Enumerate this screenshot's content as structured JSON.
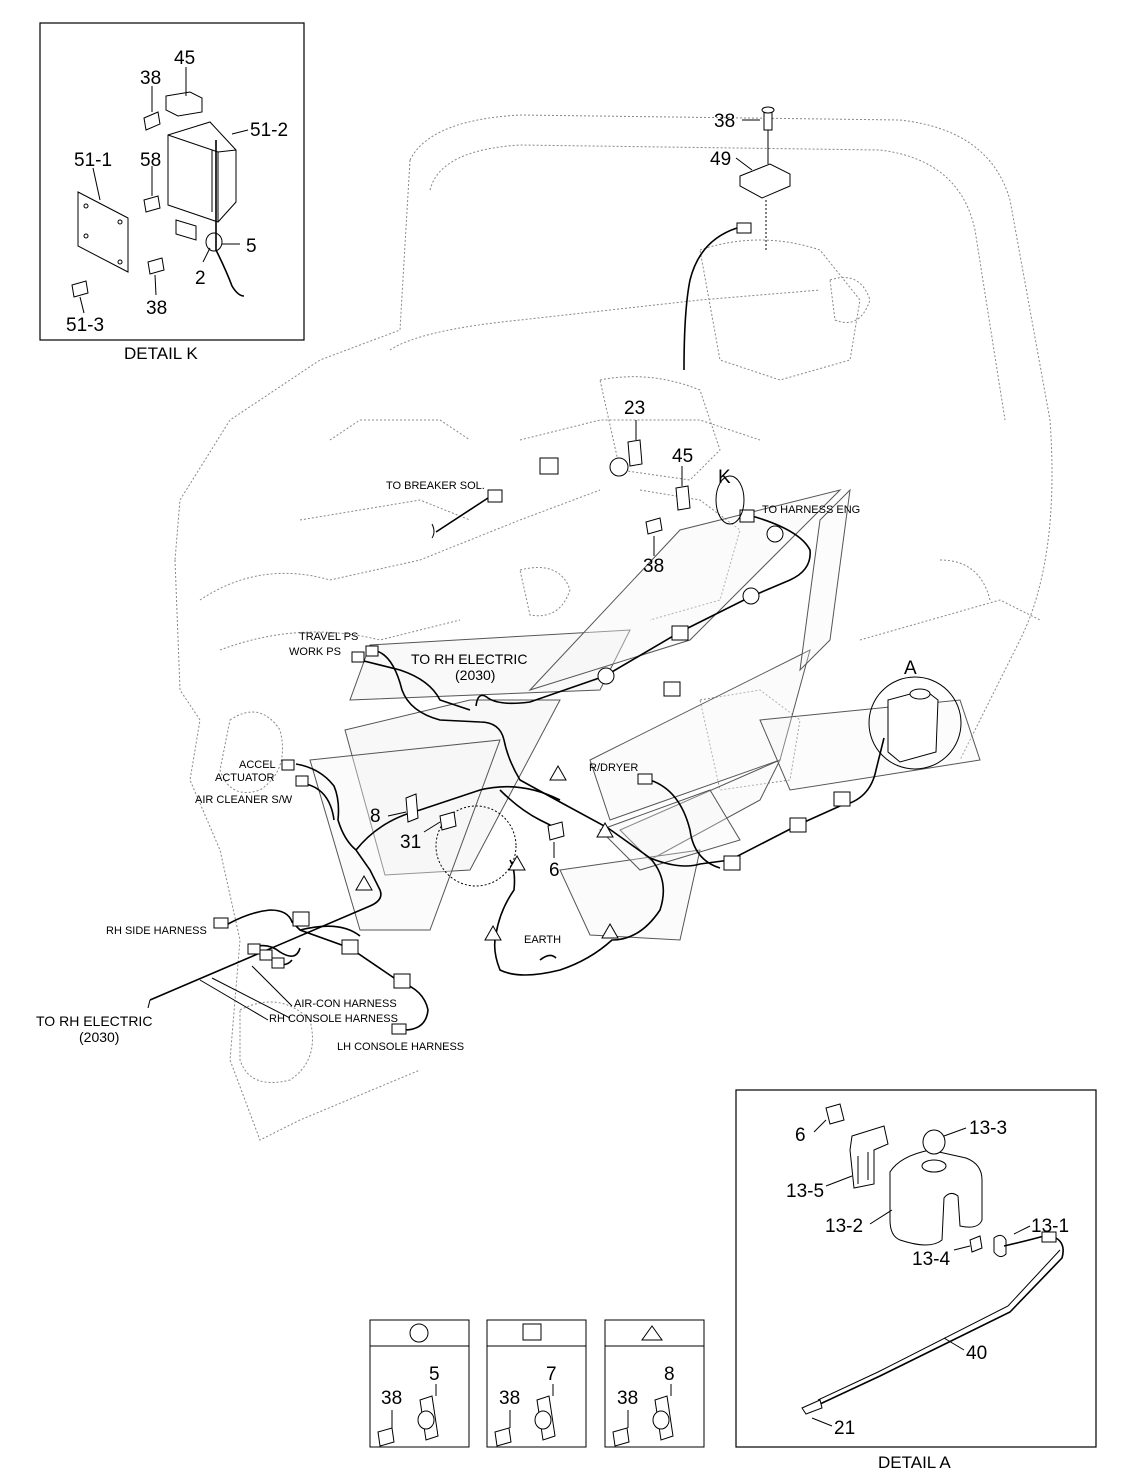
{
  "detail_k": {
    "title": "DETAIL K",
    "labels": {
      "p45": "45",
      "p38a": "38",
      "p512": "51-2",
      "p511": "51-1",
      "p58": "58",
      "p5": "5",
      "p2": "2",
      "p38b": "38",
      "p513": "51-3"
    }
  },
  "detail_a": {
    "title": "DETAIL A",
    "labels": {
      "p6": "6",
      "p133": "13-3",
      "p135": "13-5",
      "p132": "13-2",
      "p131": "13-1",
      "p134": "13-4",
      "p40": "40",
      "p21": "21"
    }
  },
  "main": {
    "callouts": {
      "c38top": "38",
      "c49": "49",
      "c23": "23",
      "c45": "45",
      "cK": "K",
      "c38mid": "38",
      "c8": "8",
      "c31": "31",
      "c6": "6",
      "cA": "A"
    },
    "texts": {
      "breaker": "TO BREAKER SOL.",
      "harness_eng": "TO HARNESS ENG",
      "travel_ps": "TRAVEL PS",
      "work_ps": "WORK PS",
      "to_rh_electric_1": "TO RH ELECTRIC",
      "code_1": "(2030)",
      "accel": "ACCEL",
      "actuator": "ACTUATOR",
      "air_cleaner": "AIR CLEANER S/W",
      "rdryer": "R/DRYER",
      "rh_side": "RH SIDE HARNESS",
      "earth": "EARTH",
      "aircon": "AIR-CON HARNESS",
      "rh_console": "RH CONSOLE HARNESS",
      "lh_console": "LH CONSOLE HARNESS",
      "to_rh_electric_2": "TO RH ELECTRIC",
      "code_2": "(2030)"
    }
  },
  "legend": [
    {
      "symbol": "circle-icon",
      "bolt": "38",
      "clip": "5"
    },
    {
      "symbol": "square-icon",
      "bolt": "38",
      "clip": "7"
    },
    {
      "symbol": "triangle-icon",
      "bolt": "38",
      "clip": "8"
    }
  ]
}
